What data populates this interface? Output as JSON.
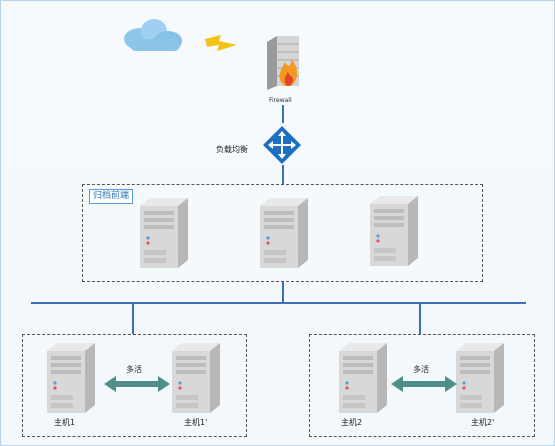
{
  "firewall": {
    "label": "Firewall",
    "icon": "firewall-icon"
  },
  "load_balancer": {
    "label": "负载均衡",
    "icon": "load-balancer-icon"
  },
  "archive_cluster": {
    "label": "归档前端"
  },
  "left_group": {
    "link_label": "多活",
    "host_a": "主机1",
    "host_b": "主机1'"
  },
  "right_group": {
    "link_label": "多活",
    "host_a": "主机2",
    "host_b": "主机2'"
  },
  "colors": {
    "accent": "#2f75b5",
    "bus_line": "#3f6fb3",
    "arrow": "#4f8f88"
  }
}
